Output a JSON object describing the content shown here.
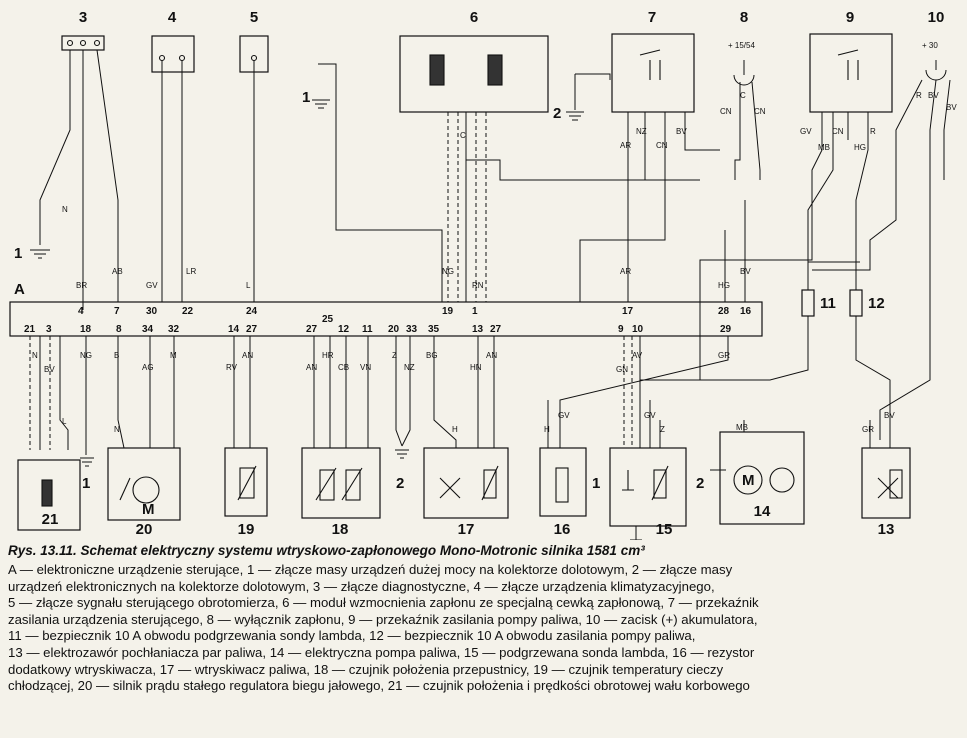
{
  "components": {
    "c1": "1",
    "c2": "2",
    "c3": "3",
    "c4": "4",
    "c5": "5",
    "c6": "6",
    "c7": "7",
    "c8": "8",
    "c9": "9",
    "c10": "10",
    "c11": "11",
    "c12": "12",
    "c13": "13",
    "c14": "14",
    "c15": "15",
    "c16": "16",
    "c17": "17",
    "c18": "18",
    "c19": "19",
    "c20": "20",
    "c21": "21",
    "ecu": "A"
  },
  "terminals": {
    "t8": "+ 15/54",
    "t10": "+ 30"
  },
  "top_wires": {
    "n3": "N",
    "br": "BR",
    "ab": "AB",
    "gv": "GV",
    "lr": "LR",
    "l": "L",
    "ng": "NG",
    "rn": "RN",
    "c6": "C",
    "ar7": "AR",
    "nz7": "NZ",
    "cn7": "CN",
    "bv7": "BV",
    "c8": "C",
    "cn8a": "CN",
    "cn8b": "CN",
    "gv9": "GV",
    "mb9": "MB",
    "cn9": "CN",
    "r9": "R",
    "hg9": "HG",
    "r10": "R",
    "bv10a": "BV",
    "bv10b": "BV",
    "ar17": "AR",
    "hg28": "HG",
    "bv16": "BV"
  },
  "ecu_top_pins": [
    "4",
    "7",
    "30",
    "22",
    "24",
    "19",
    "1",
    "17",
    "28",
    "16"
  ],
  "ecu_bottom_pins": [
    "21",
    "3",
    "18",
    "8",
    "34",
    "32",
    "14",
    "27",
    "25",
    "27",
    "12",
    "11",
    "20",
    "33",
    "35",
    "13",
    "27",
    "9",
    "10",
    "29"
  ],
  "bottom_wires": {
    "n21": "N",
    "bv21": "BV",
    "l21": "L",
    "ng18": "NG",
    "b8": "B",
    "ag34": "AG",
    "m32": "M",
    "rv14": "RV",
    "an27a": "AN",
    "an27b": "AN",
    "hr25": "HR",
    "cb12": "CB",
    "vn11": "VN",
    "z20": "Z",
    "nz33": "NZ",
    "bg35": "BG",
    "hn13": "HN",
    "an27c": "AN",
    "gn9": "GN",
    "av10": "AV",
    "gr29": "GR",
    "n20": "N",
    "h17": "H",
    "h16": "H",
    "gv16": "GV",
    "gv15": "GV",
    "z15": "Z",
    "mb14": "MB",
    "gr13": "GR",
    "bv13": "BV"
  },
  "caption": {
    "title": "Rys. 13.11. Schemat elektryczny systemu wtryskowo-zapłonowego Mono-Motronic silnika 1581 cm³",
    "lines": [
      "A — elektroniczne urządzenie sterujące, 1 — złącze masy urządzeń dużej mocy na kolektorze dolotowym, 2 — złącze masy",
      "urządzeń elektronicznych na kolektorze dolotowym, 3 — złącze diagnostyczne, 4 — złącze urządzenia klimatyzacyjnego,",
      "5 — złącze sygnału sterującego obrotomierza, 6 — moduł wzmocnienia zapłonu ze specjalną cewką zapłonową, 7 — przekaźnik",
      "zasilania urządzenia sterującego, 8 — wyłącznik zapłonu, 9 — przekaźnik zasilania pompy paliwa, 10 — zacisk (+) akumulatora,",
      "11 — bezpiecznik 10 A obwodu podgrzewania sondy lambda, 12 — bezpiecznik 10 A obwodu zasilania pompy paliwa,",
      "13 — elektrozawór pochłaniacza par paliwa, 14 — elektryczna pompa paliwa, 15 — podgrzewana sonda lambda, 16 — rezystor",
      "dodatkowy wtryskiwacza, 17 — wtryskiwacz paliwa, 18 — czujnik położenia przepustnicy, 19 — czujnik temperatury cieczy",
      "chłodzącej, 20 — silnik prądu stałego regulatora biegu jałowego, 21 — czujnik położenia i prędkości obrotowej wału korbowego"
    ]
  }
}
